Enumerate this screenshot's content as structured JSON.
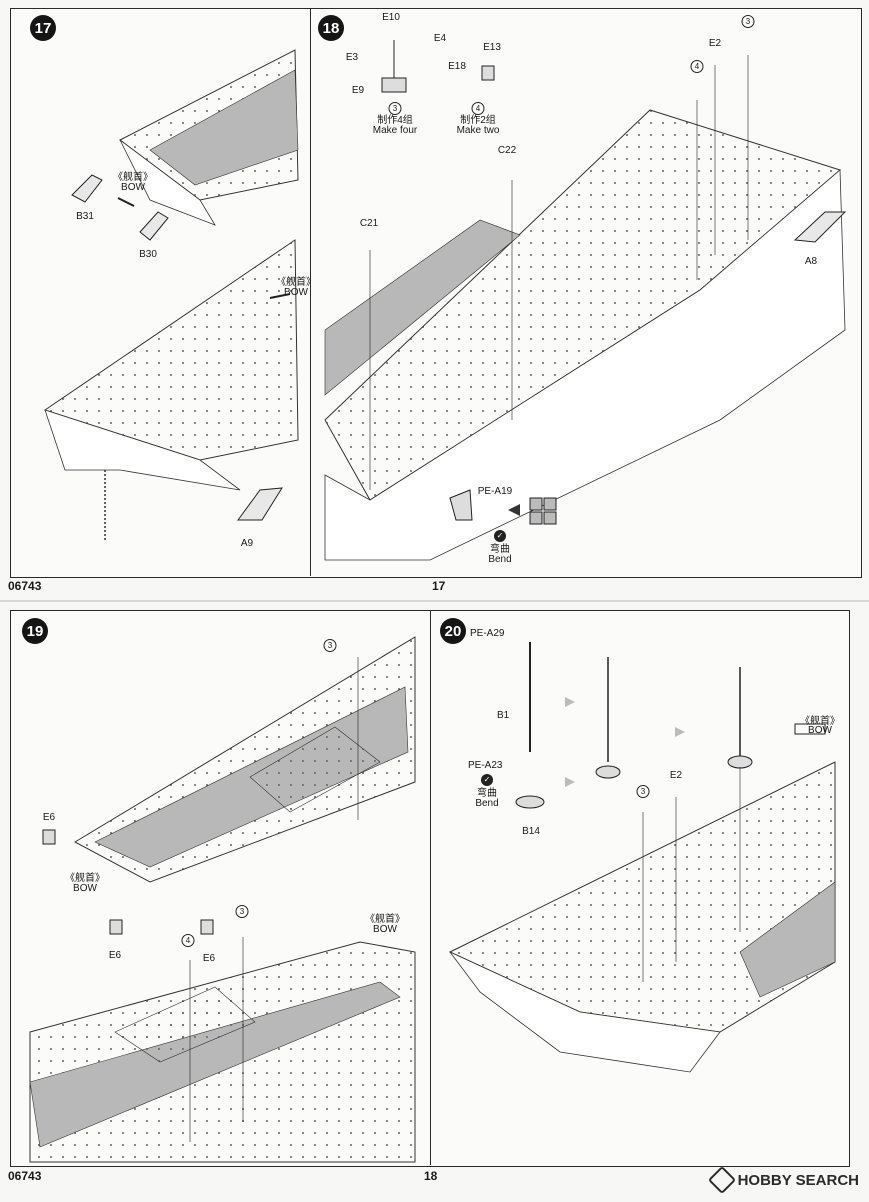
{
  "top_page": {
    "code": "06743",
    "page_number": "17",
    "step17": {
      "number": "17",
      "bow_cn": "《舰首》",
      "bow_en": "BOW",
      "bow2_cn": "《舰首》",
      "bow2_en": "BOW",
      "parts": [
        "B31",
        "B30",
        "A9"
      ]
    },
    "step18": {
      "number": "18",
      "parts": [
        "E10",
        "E4",
        "E3",
        "E9",
        "E13",
        "E18",
        "C22",
        "C21",
        "E2",
        "A8",
        "PE-A19"
      ],
      "sub3": {
        "circle": "3",
        "cn": "制作4组",
        "en": "Make four"
      },
      "sub4": {
        "circle": "4",
        "cn": "制作2组",
        "en": "Make two"
      },
      "callouts": [
        "4",
        "3"
      ],
      "bend_cn": "弯曲",
      "bend_en": "Bend"
    }
  },
  "bottom_page": {
    "code": "06743",
    "page_number": "18",
    "step19": {
      "number": "19",
      "parts": [
        "E6",
        "E6",
        "E6"
      ],
      "callouts": [
        "3",
        "4",
        "3"
      ],
      "bow_cn": "《舰首》",
      "bow_en": "BOW",
      "bow2_cn": "《舰首》",
      "bow2_en": "BOW"
    },
    "step20": {
      "number": "20",
      "parts": [
        "PE-A29",
        "B1",
        "PE-A23",
        "B14",
        "E2"
      ],
      "callouts": [
        "3"
      ],
      "bend_cn": "弯曲",
      "bend_en": "Bend",
      "bow_cn": "《舰首》",
      "bow_en": "BOW"
    },
    "watermark": "HOBBY SEARCH"
  }
}
